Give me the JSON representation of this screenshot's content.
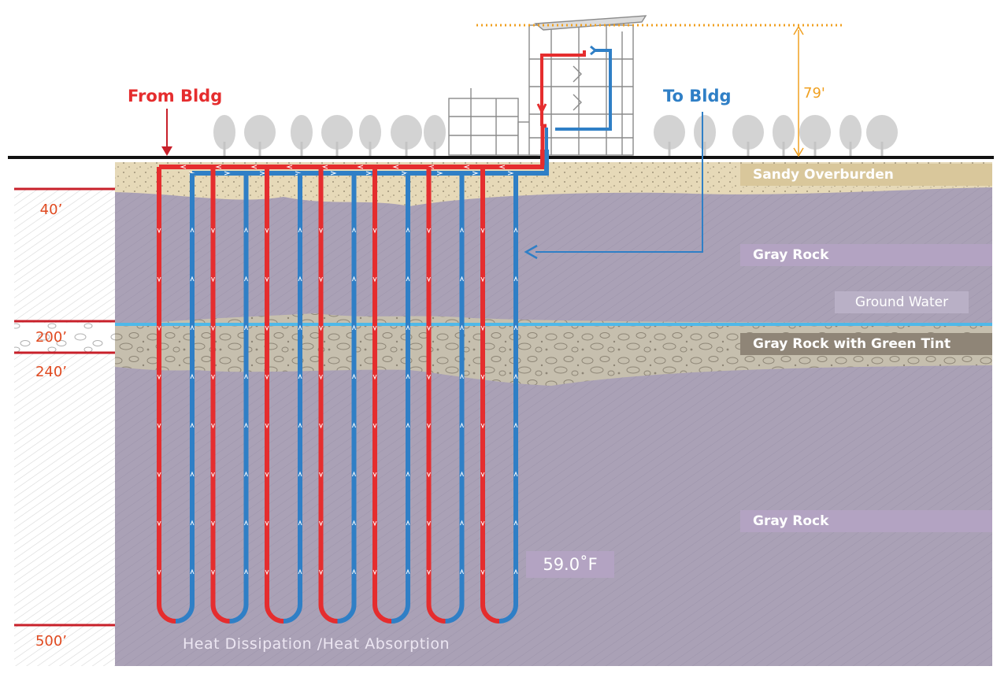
{
  "colors": {
    "supply_red": "#e52d2e",
    "return_blue": "#2f7fc6",
    "rock_purple": "#a9a0b5",
    "sand": "#e6d9b8",
    "water": "#4fb8e8",
    "depth_orange": "#e04a20",
    "height_orange": "#f0a020"
  },
  "flow": {
    "from_bldg": "From Bldg",
    "to_bldg": "To Bldg"
  },
  "building": {
    "height_label": "79'"
  },
  "layers": {
    "sandy_overburden": "Sandy Overburden",
    "gray_rock_upper": "Gray Rock",
    "ground_water": "Ground Water",
    "gray_rock_green": "Gray Rock with Green Tint",
    "gray_rock_lower": "Gray Rock"
  },
  "depths": {
    "d40": "40’",
    "d200": "200’",
    "d240": "240’",
    "d500": "500’"
  },
  "temperature": "59.0˚F",
  "footer": "Heat Dissipation /Heat Absorption",
  "wells": {
    "count": 7
  }
}
